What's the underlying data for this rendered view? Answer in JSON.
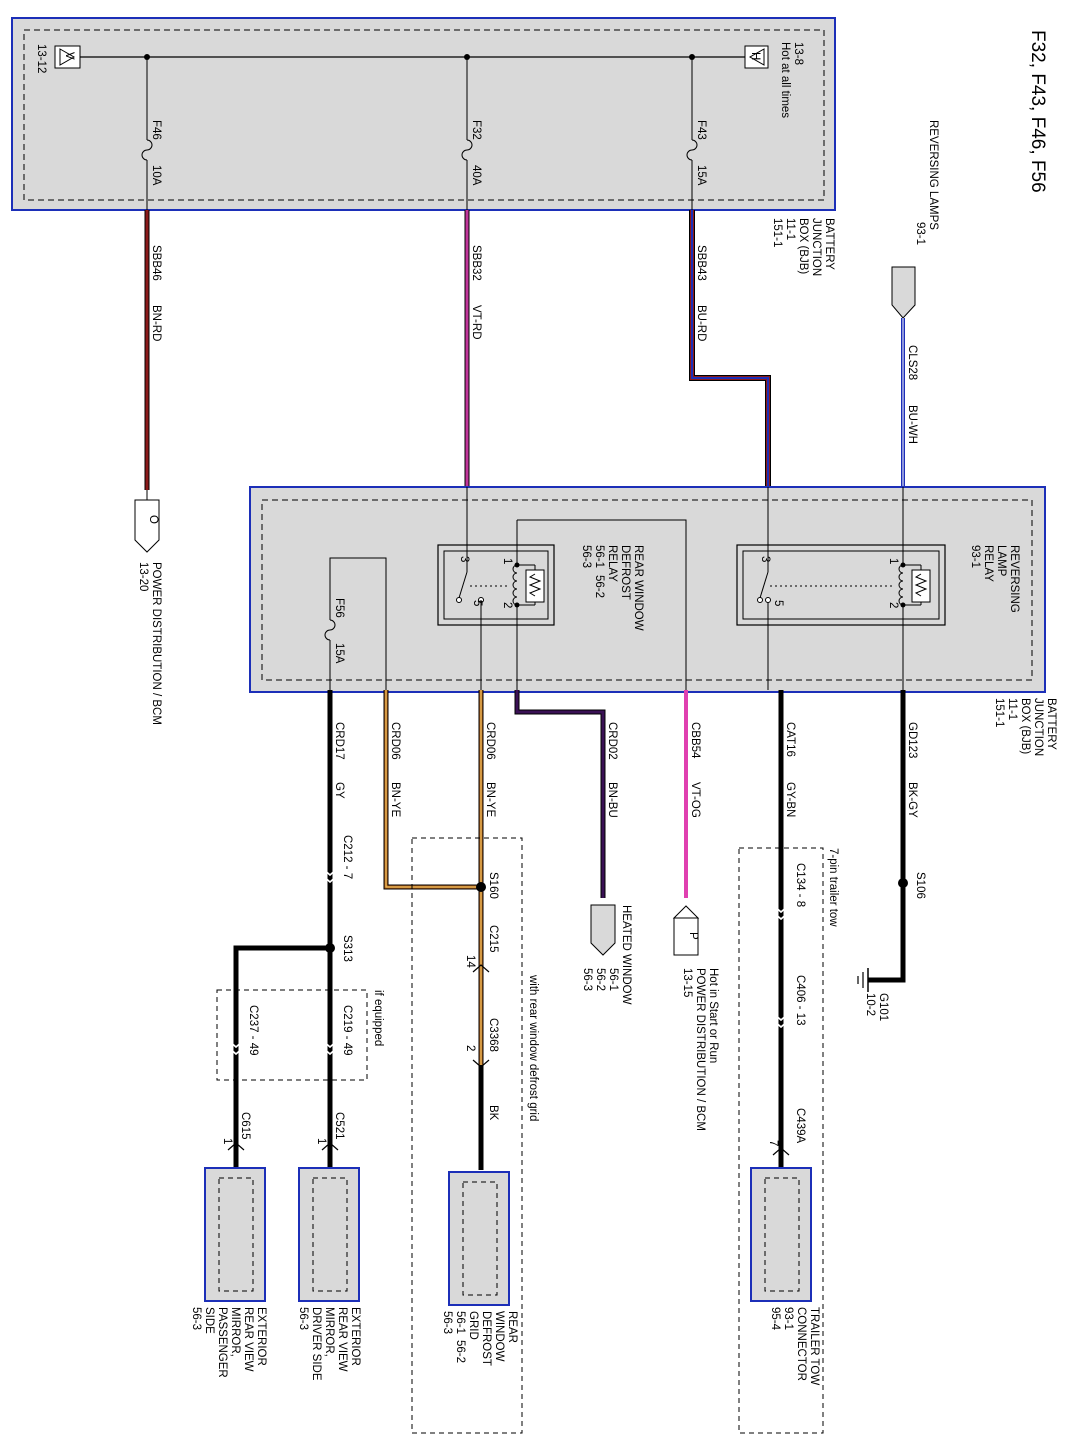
{
  "title": "F32, F43, F46, F56",
  "bjb_top": {
    "hot_note": "Hot at all times",
    "hot_ref": "13-8",
    "left_ref": "13-12",
    "hot_letter": "H",
    "left_letter": "V",
    "name": "BATTERY",
    "name2": "JUNCTION",
    "name3": "BOX (BJB)",
    "ref1": "11-1",
    "ref2": "151-1",
    "fuses": [
      {
        "id": "F46",
        "rating": "10A"
      },
      {
        "id": "F32",
        "rating": "40A"
      },
      {
        "id": "F43",
        "rating": "15A"
      }
    ]
  },
  "reversing_lamps": {
    "label": "REVERSING LAMPS",
    "ref": "93-1"
  },
  "wires": {
    "sbb46": {
      "circuit": "SBB46",
      "color": "BN-RD"
    },
    "sbb32": {
      "circuit": "SBB32",
      "color": "VT-RD"
    },
    "sbb43": {
      "circuit": "SBB43",
      "color": "BU-RD"
    },
    "cls28": {
      "circuit": "CLS28",
      "color": "BU-WH"
    },
    "crd17": {
      "circuit": "CRD17",
      "color": "GY"
    },
    "crd06a": {
      "circuit": "CRD06",
      "color": "BN-YE"
    },
    "crd06b": {
      "circuit": "CRD06",
      "color": "BN-YE"
    },
    "crd02": {
      "circuit": "CRD02",
      "color": "BN-BU"
    },
    "cbb54": {
      "circuit": "CBB54",
      "color": "VT-OG"
    },
    "cat16": {
      "circuit": "CAT16",
      "color": "GY-BN"
    },
    "gd123": {
      "circuit": "GD123",
      "color": "BK-GY"
    },
    "bk": {
      "color": "BK"
    }
  },
  "power_dist_top": {
    "letter": "O",
    "label": "POWER DISTRIBUTION / BCM",
    "ref": "13-20"
  },
  "bjb_bottom": {
    "name": "BATTERY",
    "name2": "JUNCTION",
    "name3": "BOX (BJB)",
    "ref1": "11-1",
    "ref2": "151-1",
    "reversing_relay": {
      "l1": "REVERSING",
      "l2": "LAMP",
      "l3": "RELAY",
      "ref": "93-1",
      "pins": [
        "1",
        "2",
        "3",
        "5"
      ]
    },
    "defrost_relay": {
      "l1": "REAR WINDOW",
      "l2": "DEFROST",
      "l3": "RELAY",
      "ref1": "56-1",
      "ref2": "56-2",
      "ref3": "56-3",
      "pins": [
        "1",
        "2",
        "3",
        "5"
      ]
    },
    "fuse": {
      "id": "F56",
      "rating": "15A"
    }
  },
  "connectors": {
    "c212": "C212 - 7",
    "s313": "S313",
    "if_equipped": "if equipped",
    "c219": "C219 - 49",
    "c237": "C237 - 49",
    "c521": "C521",
    "c615": "C615",
    "pin1a": "1",
    "pin1b": "1",
    "s160": "S160",
    "c215": "C215",
    "pin14": "14",
    "c3368": "C3368",
    "pin2": "2",
    "defrost_note": "with rear window defrost grid",
    "s106": "S106",
    "g101": "G101",
    "g101_ref": "10-2",
    "tow_note": "7-pin trailer tow",
    "c134": "C134 - 8",
    "c406": "C406 - 13",
    "c439a": "C439A",
    "pin7": "7"
  },
  "heated_window": {
    "label": "HEATED WINDOW",
    "ref1": "56-1",
    "ref2": "56-2",
    "ref3": "56-3"
  },
  "power_dist_run": {
    "letter": "P",
    "note": "Hot in Start or Run",
    "label": "POWER DISTRIBUTION / BCM",
    "ref": "13-15"
  },
  "components": {
    "mirror_passenger": {
      "l1": "EXTERIOR",
      "l2": "REAR VIEW",
      "l3": "MIRROR,",
      "l4": "PASSENGER",
      "l5": "SIDE",
      "ref": "56-3"
    },
    "mirror_driver": {
      "l1": "EXTERIOR",
      "l2": "REAR VIEW",
      "l3": "MIRROR,",
      "l4": "DRIVER SIDE",
      "ref": "56-3"
    },
    "defrost_grid": {
      "l1": "REAR",
      "l2": "WINDOW",
      "l3": "DEFROST",
      "l4": "GRID",
      "ref1": "56-1",
      "ref2": "56-2",
      "ref3": "56-3"
    },
    "trailer_connector": {
      "l1": "TRAILER TOW",
      "l2": "CONNECTOR",
      "ref1": "93-1",
      "ref2": "95-4"
    }
  },
  "colors": {
    "box_border": "#1c2fb8",
    "box_fill": "#d9d9d9",
    "brown_red": "#8b1a1a",
    "violet_red": "#c0359a",
    "blue": "#1c2fb8",
    "violet_orange": "#e040b0",
    "brown_yellow": "#b5651d",
    "dark_violet": "#3a1055",
    "black": "#000000"
  }
}
